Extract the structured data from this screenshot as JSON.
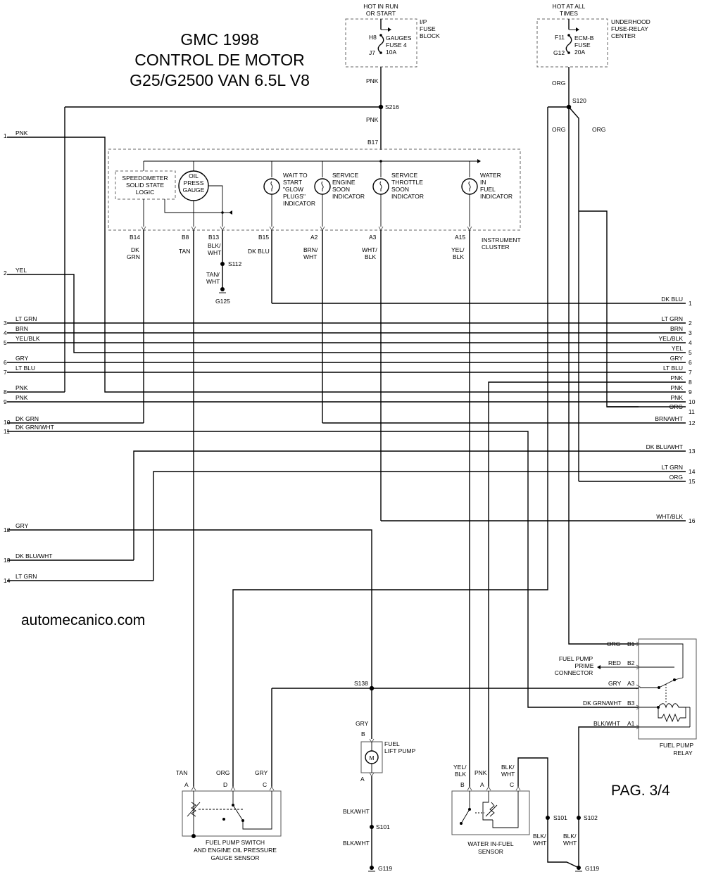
{
  "title": {
    "line1": "GMC 1998",
    "line2": "CONTROL DE MOTOR",
    "line3": "G25/G2500 VAN 6.5L V8"
  },
  "website": "automecanico.com",
  "page_number": "PAG. 3/4",
  "power_sources": {
    "ip_fuse": {
      "hot_line1": "HOT IN RUN",
      "hot_line2": "OR START",
      "block_line1": "I/P",
      "block_line2": "FUSE",
      "block_line3": "BLOCK",
      "pin_top": "H8",
      "pin_bottom": "J7",
      "fuse_line1": "GAUGES",
      "fuse_line2": "FUSE 4",
      "fuse_line3": "10A",
      "wire": "PNK"
    },
    "underhood_fuse": {
      "hot_line1": "HOT AT ALL",
      "hot_line2": "TIMES",
      "block_line1": "UNDERHOOD",
      "block_line2": "FUSE-RELAY",
      "block_line3": "CENTER",
      "pin_top": "F11",
      "pin_bottom": "G12",
      "fuse_line1": "ECM-B",
      "fuse_line2": "FUSE",
      "fuse_line3": "20A",
      "wire": "ORG"
    }
  },
  "splices": {
    "s216": "S216",
    "s216_wire": "PNK",
    "s120": "S120",
    "s120_left_wire": "ORG",
    "s120_right_wire": "ORG",
    "b17": "B17",
    "s112": "S112",
    "g125": "G125",
    "s138": "S138",
    "s101_left": "S101",
    "s101_right": "S101",
    "s102": "S102",
    "g119_left": "G119",
    "g119_right": "G119"
  },
  "cluster": {
    "speedo_line1": "SPEEDOMETER",
    "speedo_line2": "SOLID STATE",
    "speedo_line3": "LOGIC",
    "oil_line1": "OIL",
    "oil_line2": "PRESS",
    "oil_line3": "GAUGE",
    "glow_line1": "WAIT TO",
    "glow_line2": "START",
    "glow_line3": "\"GLOW",
    "glow_line4": "PLUGS\"",
    "glow_line5": "INDICATOR",
    "engine_line1": "SERVICE",
    "engine_line2": "ENGINE",
    "engine_line3": "SOON",
    "engine_line4": "INDICATOR",
    "throttle_line1": "SERVICE",
    "throttle_line2": "THROTTLE",
    "throttle_line3": "SOON",
    "throttle_line4": "INDICATOR",
    "water_line1": "WATER",
    "water_line2": "IN",
    "water_line3": "FUEL",
    "water_line4": "INDICATOR",
    "name_line1": "INSTRUMENT",
    "name_line2": "CLUSTER",
    "pins": {
      "b14": "B14",
      "b8": "B8",
      "b13": "B13",
      "b15": "B15",
      "a2": "A2",
      "a3": "A3",
      "a15": "A15"
    },
    "pin_wires": {
      "b14_1": "DK",
      "b14_2": "GRN",
      "b8": "TAN",
      "b13_1": "BLK/",
      "b13_2": "WHT",
      "b15": "DK BLU",
      "a2_1": "BRN/",
      "a2_2": "WHT",
      "a3_1": "WHT/",
      "a3_2": "BLK",
      "a15_1": "YEL/",
      "a15_2": "BLK",
      "g125_1": "TAN/",
      "g125_2": "WHT"
    }
  },
  "left_wires": [
    {
      "num": "1",
      "label": "PNK"
    },
    {
      "num": "2",
      "label": "YEL"
    },
    {
      "num": "3",
      "label": "LT GRN"
    },
    {
      "num": "4",
      "label": "BRN"
    },
    {
      "num": "5",
      "label": "YEL/BLK"
    },
    {
      "num": "6",
      "label": "GRY"
    },
    {
      "num": "7",
      "label": "LT BLU"
    },
    {
      "num": "8",
      "label": "PNK"
    },
    {
      "num": "9",
      "label": "PNK"
    },
    {
      "num": "10",
      "label": "DK GRN"
    },
    {
      "num": "11",
      "label": "DK GRN/WHT"
    },
    {
      "num": "12",
      "label": "GRY"
    },
    {
      "num": "13",
      "label": "DK BLU/WHT"
    },
    {
      "num": "14",
      "label": "LT GRN"
    }
  ],
  "right_wires": [
    {
      "num": "1",
      "label": "DK BLU"
    },
    {
      "num": "2",
      "label": "LT GRN"
    },
    {
      "num": "3",
      "label": "BRN"
    },
    {
      "num": "4",
      "label": "YEL/BLK"
    },
    {
      "num": "5",
      "label": "YEL"
    },
    {
      "num": "6",
      "label": "GRY"
    },
    {
      "num": "7",
      "label": "LT BLU"
    },
    {
      "num": "8",
      "label": "PNK"
    },
    {
      "num": "9",
      "label": "PNK"
    },
    {
      "num": "10",
      "label": "PNK"
    },
    {
      "num": "11",
      "label": "ORG"
    },
    {
      "num": "12",
      "label": "BRN/WHT"
    },
    {
      "num": "13",
      "label": "DK BLU/WHT"
    },
    {
      "num": "14",
      "label": "LT GRN"
    },
    {
      "num": "15",
      "label": "ORG"
    },
    {
      "num": "16",
      "label": "WHT/BLK"
    }
  ],
  "relay": {
    "name_line1": "FUEL PUMP",
    "name_line2": "RELAY",
    "prime_line1": "FUEL PUMP",
    "prime_line2": "PRIME",
    "prime_line3": "CONNECTOR",
    "pins": [
      {
        "pin": "B1",
        "wire": "ORG"
      },
      {
        "pin": "B2",
        "wire": "RED"
      },
      {
        "pin": "A3",
        "wire": "GRY"
      },
      {
        "pin": "B3",
        "wire": "DK GRN/WHT"
      },
      {
        "pin": "A1",
        "wire": "BLK/WHT"
      }
    ]
  },
  "lift_pump": {
    "name_line1": "FUEL",
    "name_line2": "LIFT PUMP",
    "motor": "M",
    "pin_b": "B",
    "pin_a": "A",
    "wire_top": "GRY",
    "wire_bottom1": "BLK/WHT",
    "wire_bottom2": "BLK/WHT"
  },
  "pump_switch": {
    "name_line1": "FUEL PUMP SWITCH",
    "name_line2": "AND ENGINE OIL PRESSURE",
    "name_line3": "GAUGE SENSOR",
    "pin_a": "A",
    "pin_d": "D",
    "pin_c": "C",
    "wire_a": "TAN",
    "wire_d": "ORG",
    "wire_c": "GRY"
  },
  "water_sensor": {
    "name_line1": "WATER IN-FUEL",
    "name_line2": "SENSOR",
    "pin_b": "B",
    "pin_a": "A",
    "pin_c": "C",
    "wire_b1": "YEL/",
    "wire_b2": "BLK",
    "wire_a": "PNK",
    "wire_c1": "BLK/",
    "wire_c2": "WHT",
    "s101_wire1": "BLK/",
    "s101_wire2": "WHT",
    "s102_wire1": "BLK/",
    "s102_wire2": "WHT"
  }
}
